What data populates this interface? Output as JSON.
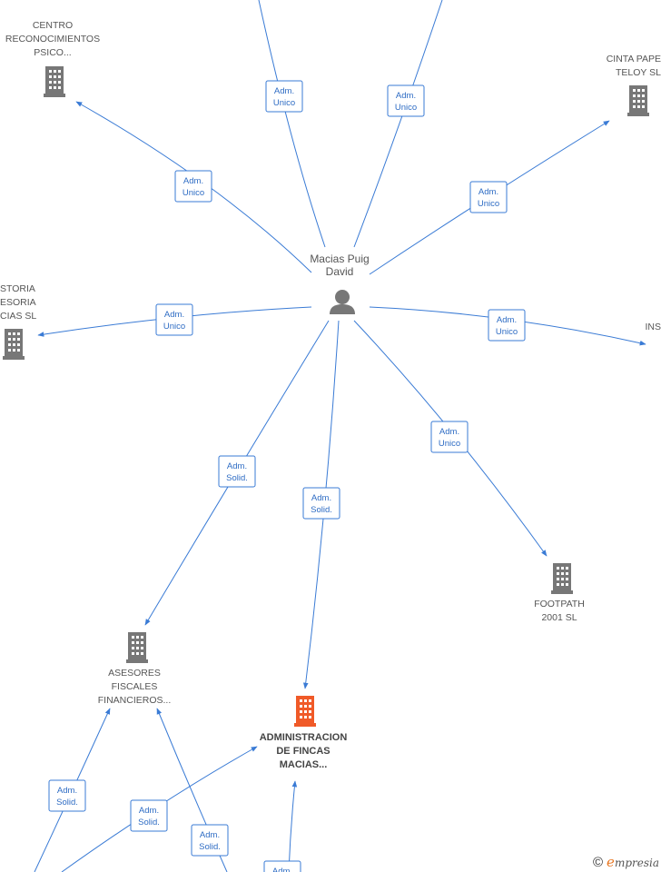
{
  "center": {
    "name_line1": "Macias Puig",
    "name_line2": "David"
  },
  "companies": {
    "centro": [
      "CENTRO",
      "RECONOCIMIENTOS",
      "PSICO..."
    ],
    "cinta": [
      "CINTA PAPE",
      "TELOY  SL"
    ],
    "gestoria": [
      "STORIA",
      "ESORIA",
      "CIAS  SL"
    ],
    "ins": [
      "INS"
    ],
    "footpath": [
      "FOOTPATH",
      "2001  SL"
    ],
    "asesores": [
      "ASESORES",
      "FISCALES",
      "FINANCIEROS..."
    ],
    "administracion": [
      "ADMINISTRACION",
      "DE FINCAS",
      "MACIAS..."
    ]
  },
  "roles": {
    "adm_unico": [
      "Adm.",
      "Unico"
    ],
    "adm_solid": [
      "Adm.",
      "Solid."
    ]
  },
  "colors": {
    "edge": "#3a7bd5",
    "building": "#777777",
    "focus_building": "#f05a28"
  },
  "copyright": {
    "symbol": "©",
    "brand_initial": "e",
    "brand_rest": "mpresia"
  }
}
